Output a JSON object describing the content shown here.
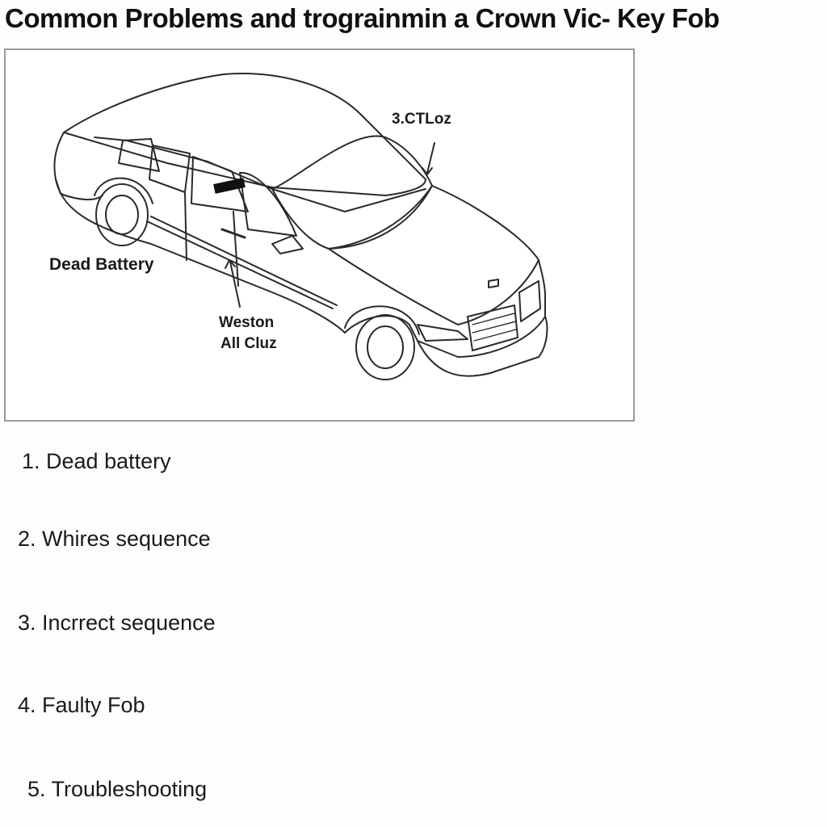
{
  "title": "Common Problems and trograinmin a Crown Vic- Key Fob",
  "diagram": {
    "callouts": {
      "top_right": "3.CTLoz",
      "left": "Dead Battery",
      "bottom_line1": "Weston",
      "bottom_line2": "All Cluz"
    }
  },
  "list": [
    "1.  Dead battery",
    "2. Whires sequence",
    "3.  Incrrect sequence",
    "4.  Faulty Fob",
    "5. Troubleshooting"
  ]
}
